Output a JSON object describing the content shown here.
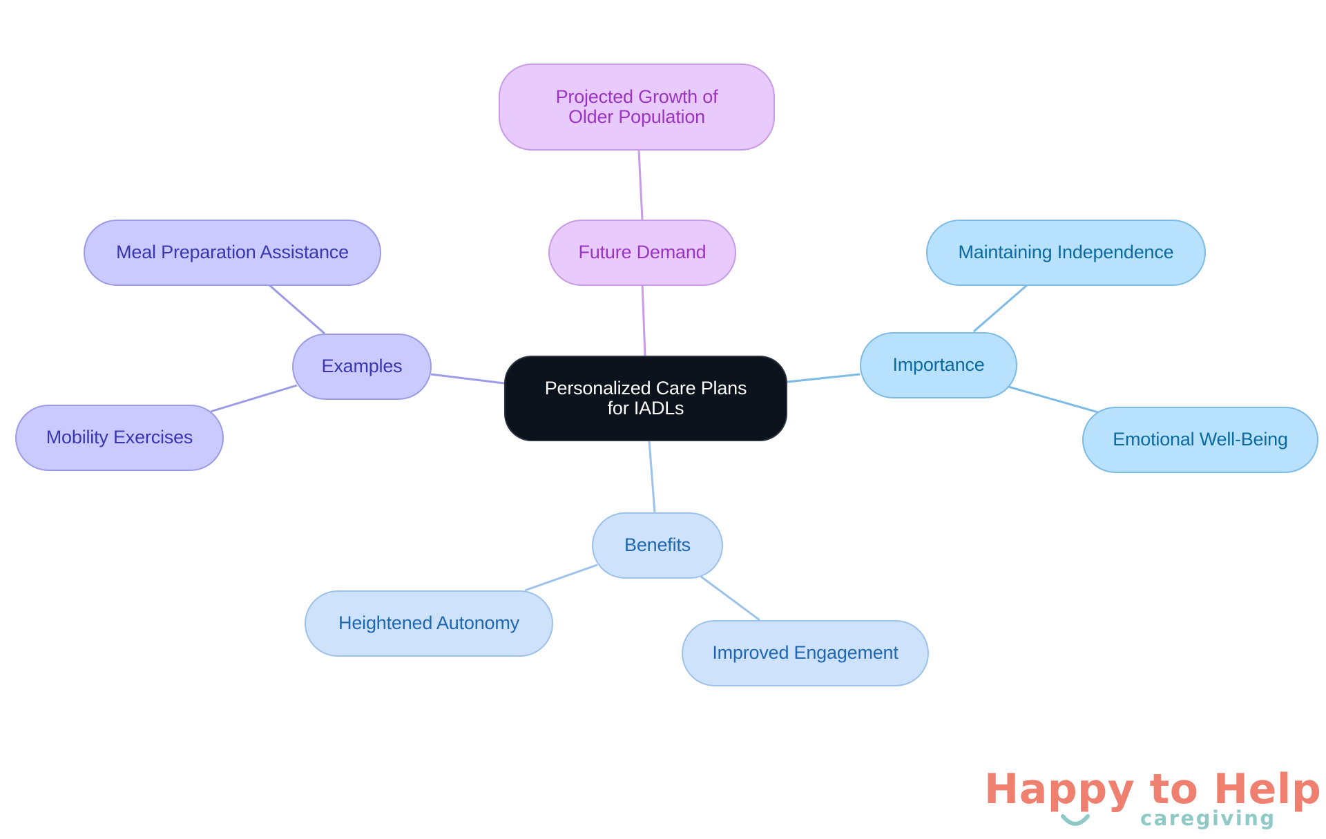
{
  "diagram": {
    "type": "mind-map",
    "central": {
      "label": "Personalized Care Plans for IADLs"
    },
    "branches": [
      {
        "id": "future",
        "label": "Future Demand",
        "color": "#c99be6",
        "children": [
          {
            "label": "Projected Growth of Older Population"
          }
        ]
      },
      {
        "id": "examples",
        "label": "Examples",
        "color": "#9d9ae6",
        "children": [
          {
            "label": "Meal Preparation Assistance"
          },
          {
            "label": "Mobility Exercises"
          }
        ]
      },
      {
        "id": "importance",
        "label": "Importance",
        "color": "#7dbbe6",
        "children": [
          {
            "label": "Maintaining Independence"
          },
          {
            "label": "Emotional Well-Being"
          }
        ]
      },
      {
        "id": "benefits",
        "label": "Benefits",
        "color": "#9cc2ea",
        "children": [
          {
            "label": "Heightened Autonomy"
          },
          {
            "label": "Improved Engagement"
          }
        ]
      }
    ]
  },
  "logo": {
    "main_text": "Happy to Help",
    "sub_text": "caregiving",
    "main_color": "#ef8070",
    "accent_color": "#8fc9c6"
  }
}
